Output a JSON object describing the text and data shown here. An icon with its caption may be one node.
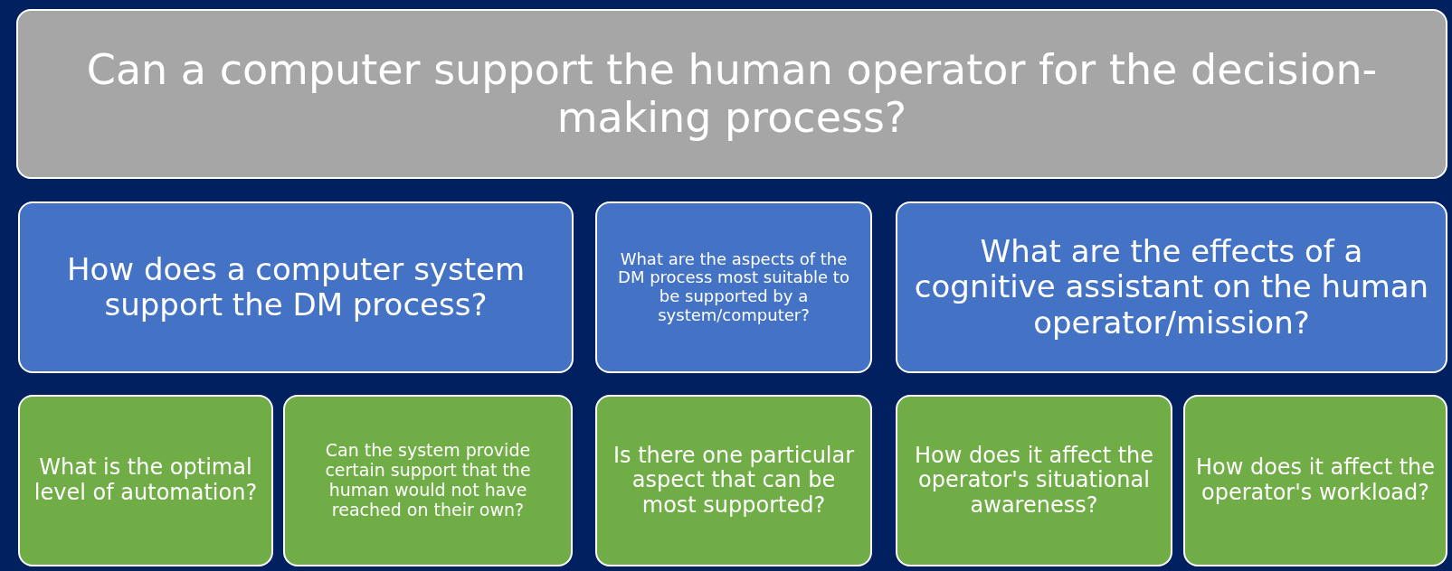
{
  "diagram": {
    "nodes": [
      {
        "text": [
          "Can a computer support the human operator for the decision-making process?"
        ]
      },
      {
        "text": [
          "How does a computer system support the DM process?"
        ]
      },
      {
        "text": [
          "What are the aspects of the DM process most suitable to be supported by a system/computer?"
        ]
      },
      {
        "text": [
          "What are the effects of a cognitive assistant on the human operator/mission?"
        ]
      },
      {
        "text": [
          "What is the optimal level of automation?"
        ]
      },
      {
        "text": [
          "Can the system provide certain support that the human would not have reached on their own?"
        ]
      },
      {
        "text": [
          "Is there one particular aspect that can be most supported?"
        ]
      },
      {
        "text": [
          "How does it affect the operator's situational awareness?"
        ]
      },
      {
        "text": [
          "How does it affect the operator's workload?"
        ]
      }
    ]
  }
}
